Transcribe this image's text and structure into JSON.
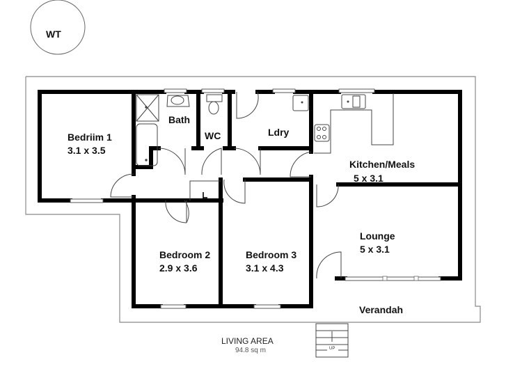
{
  "plan": {
    "title": "LIVING AREA",
    "area": "94.8 sq m",
    "water_tank_label": "WT",
    "stairs_label": "UP",
    "wall_color": "#000000",
    "boundary_color": "#888888"
  },
  "rooms": [
    {
      "id": "bedroom-1",
      "name": "Bedriim 1",
      "size": "3.1 x 3.5"
    },
    {
      "id": "bath",
      "name": "Bath",
      "size": ""
    },
    {
      "id": "wc",
      "name": "WC",
      "size": ""
    },
    {
      "id": "laundry",
      "name": "Ldry",
      "size": ""
    },
    {
      "id": "kitchen-meals",
      "name": "Kitchen/Meals",
      "size": "5 x 3.1"
    },
    {
      "id": "bedroom-2",
      "name": "Bedroom 2",
      "size": "2.9 x 3.6"
    },
    {
      "id": "bedroom-3",
      "name": "Bedroom 3",
      "size": "3.1 x 4.3"
    },
    {
      "id": "lounge",
      "name": "Lounge",
      "size": "5 x 3.1"
    },
    {
      "id": "verandah",
      "name": "Verandah",
      "size": ""
    }
  ]
}
